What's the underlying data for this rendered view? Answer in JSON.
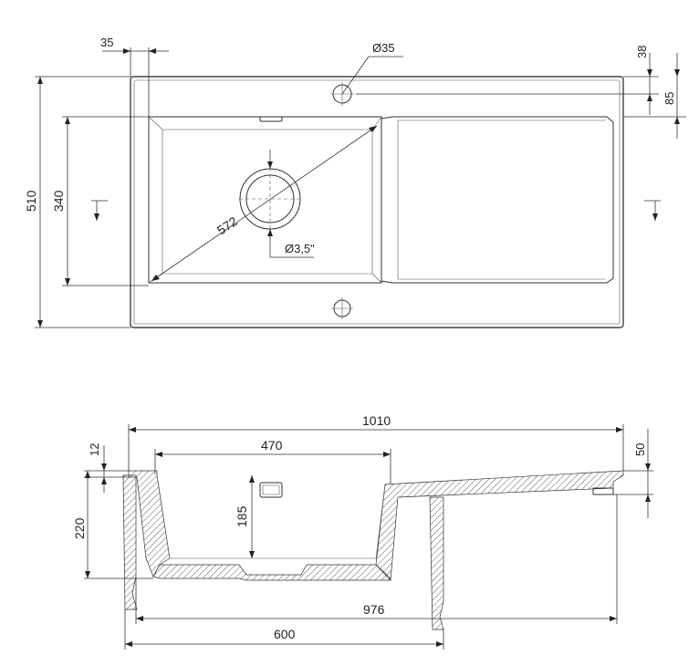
{
  "top_view": {
    "dims": {
      "left_offset": "35",
      "tap_hole": "Ø35",
      "edge_to_tap": "38",
      "edge_to_bowl": "85",
      "overall_depth": "510",
      "bowl_depth": "340",
      "diagonal": "572",
      "drain": "Ø3,5\""
    }
  },
  "side_view": {
    "dims": {
      "overall_width": "1010",
      "bowl_width": "470",
      "rim_thickness": "12",
      "bowl_height": "185",
      "total_height": "220",
      "drainer_height": "50",
      "cutout_width": "976",
      "cabinet_width": "600"
    }
  }
}
